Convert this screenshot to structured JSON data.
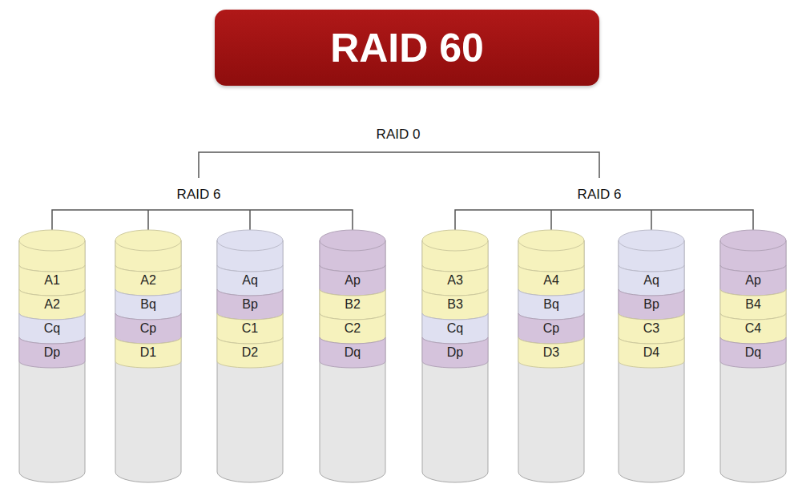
{
  "diagram": {
    "title": "RAID 60",
    "nodes": [
      {
        "text": [
          "A1",
          "A2",
          "Cq",
          "Dp"
        ]
      },
      {
        "text": [
          "A2",
          "Bq",
          "Cp",
          "D1"
        ]
      },
      {
        "text": [
          "Aq",
          "Bp",
          "C1",
          "D2"
        ]
      },
      {
        "text": [
          "Ap",
          "B2",
          "C2",
          "Dq"
        ]
      },
      {
        "text": [
          "A3",
          "B3",
          "Cq",
          "Dp"
        ]
      },
      {
        "text": [
          "A4",
          "Bq",
          "Cp",
          "D3"
        ]
      },
      {
        "text": [
          "Aq",
          "Bp",
          "C3",
          "D4"
        ]
      },
      {
        "text": [
          "Ap",
          "B4",
          "C4",
          "Dq"
        ]
      }
    ],
    "labels": [
      "RAID 0",
      "RAID 6",
      "RAID 6"
    ]
  }
}
